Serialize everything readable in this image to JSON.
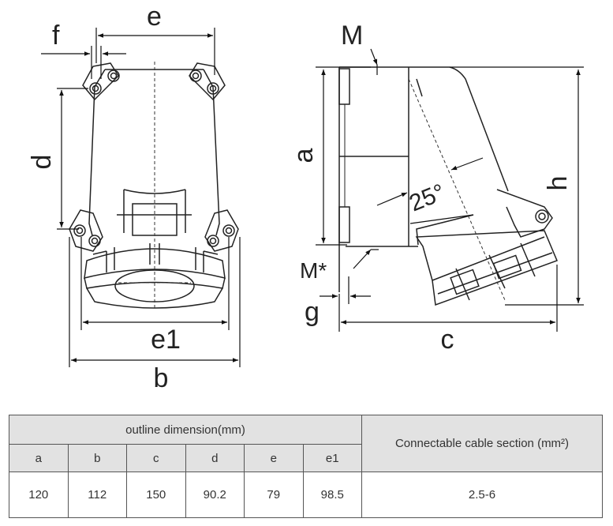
{
  "drawing": {
    "front_view": {
      "labels": {
        "e": "e",
        "f": "f",
        "d": "d",
        "e1": "e1",
        "b": "b"
      }
    },
    "side_view": {
      "labels": {
        "M": "M",
        "a": "a",
        "angle": "25°",
        "h": "h",
        "M_star": "M*",
        "g": "g",
        "c": "c"
      }
    }
  },
  "table": {
    "group_header": "outline dimension(mm)",
    "cable_header": "Connectable cable section (mm²)",
    "columns": [
      "a",
      "b",
      "c",
      "d",
      "e",
      "e1"
    ],
    "values": [
      "120",
      "112",
      "150",
      "90.2",
      "79",
      "98.5"
    ],
    "cable_value": "2.5-6"
  }
}
